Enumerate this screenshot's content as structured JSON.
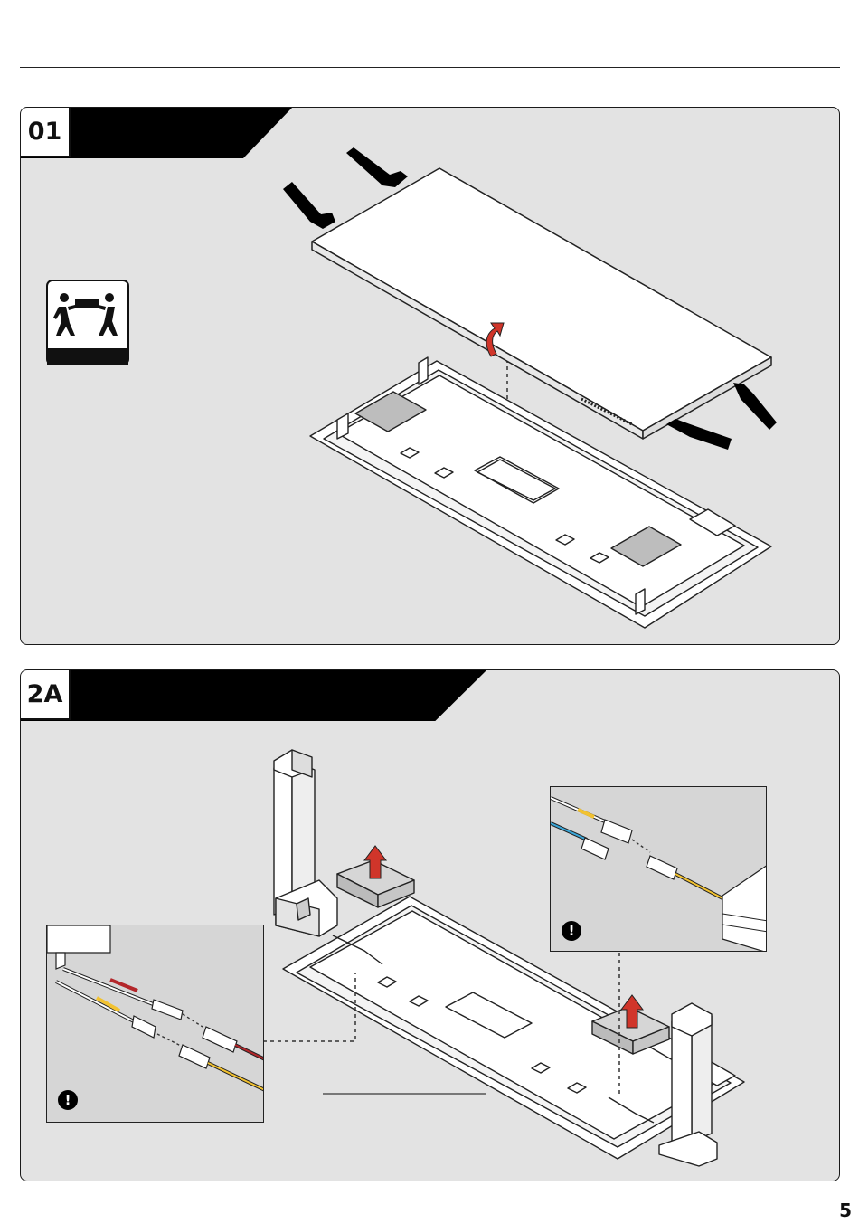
{
  "steps": [
    {
      "number": "01",
      "title": ""
    },
    {
      "number": "2A",
      "title": ""
    }
  ],
  "icons": {
    "two_person_lift": "two-person-lift-icon",
    "warning": "exclamation-icon",
    "arrow": "up-arrow-icon"
  },
  "colors": {
    "panel_bg": "#e3e3e3",
    "arrow_red": "#d0352a",
    "cable_yellow": "#f2c230",
    "cable_red": "#b3262a",
    "cable_blue": "#3aa6d8"
  },
  "warnings": {
    "symbol": "!"
  },
  "page": {
    "number": "5"
  }
}
